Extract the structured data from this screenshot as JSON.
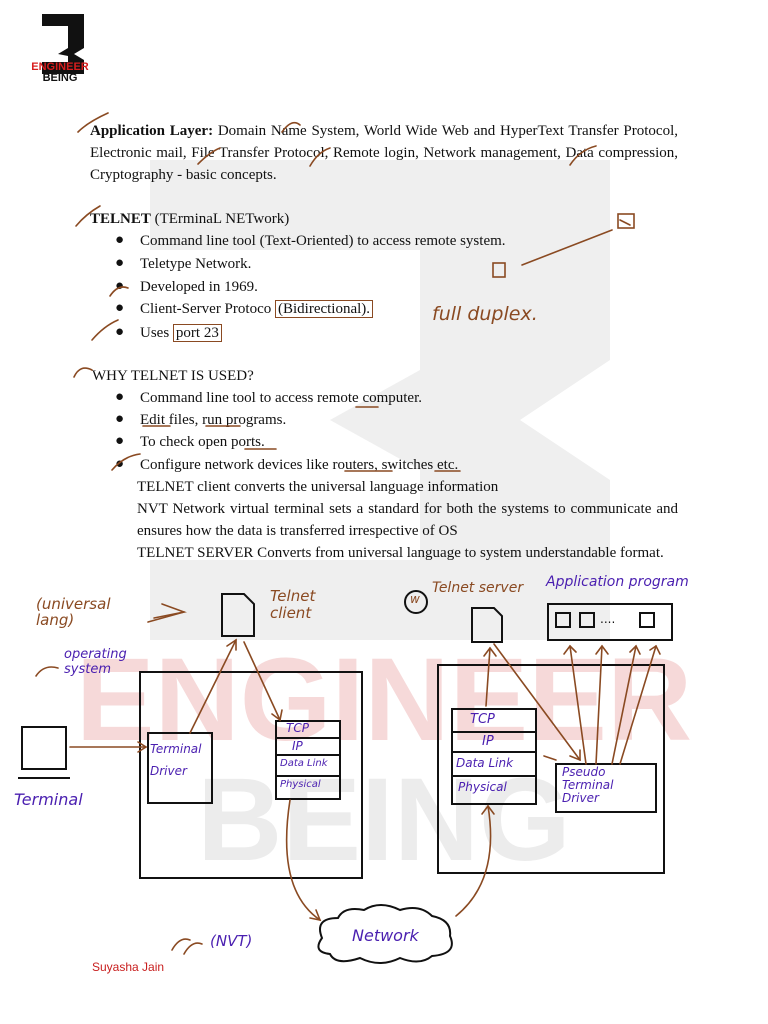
{
  "logo": {
    "line1": "ENGINEER",
    "line2": "BEING",
    "colors": {
      "red": "#d81e1e",
      "dark": "#111111"
    }
  },
  "watermark": {
    "line1": "ENGINEER",
    "line2": "BEING"
  },
  "app_layer": {
    "heading": "Application Layer:",
    "text": "Domain Name System, World Wide Web and HyperText Transfer Protocol, Electronic mail, File Transfer Protocol, Remote login, Network management, Data compression, Cryptography - basic concepts."
  },
  "telnet": {
    "heading": "TELNET",
    "subtitle": "(TErminaL NETwork)",
    "bullets": [
      "Command line tool (Text-Oriented) to access remote system.",
      "Teletype Network.",
      "Developed in 1969.",
      "Client-Server Protoco",
      "(Bidirectional).",
      "Uses",
      "port 23"
    ]
  },
  "why": {
    "heading": "WHY TELNET IS USED?",
    "bullets": [
      "Command line tool to access remote computer.",
      "Edit files, run programs.",
      "To check open ports.",
      "Configure network devices like routers, switches etc."
    ],
    "lines": [
      "TELNET client converts the universal language information",
      "NVT Network virtual terminal sets a standard for both the systems to communicate and ensures how the data is transferred irrespective of OS",
      "TELNET SERVER Converts from universal language to system understandable format."
    ]
  },
  "annotations": {
    "full_duplex": "full duplex.",
    "universal_lang": "(universal lang)",
    "operating_system": "operating system",
    "telnet_client": "Telnet client",
    "w_circle": "w",
    "telnet_server": "Telnet server",
    "application_program": "Application program",
    "app_dots": "....",
    "terminal": "Terminal",
    "terminal_driver": "Terminal Driver",
    "tcp": "TCP",
    "ip": "IP",
    "data_link": "Data Link",
    "physical": "Physical",
    "pseudo_terminal_driver": "Pseudo Terminal Driver",
    "network": "Network",
    "nvt": "(NVT)"
  },
  "footer": {
    "author": "Suyasha Jain"
  }
}
